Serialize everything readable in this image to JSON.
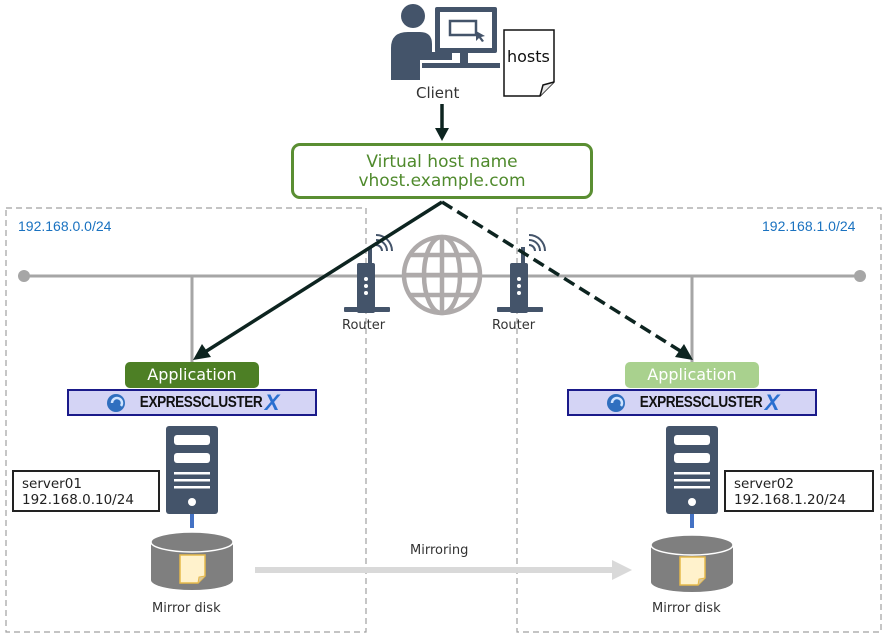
{
  "client": {
    "label": "Client",
    "hosts_file_label": "hosts"
  },
  "virtual_host": {
    "title": "Virtual host name",
    "hostname": "vhost.example.com"
  },
  "subnets": {
    "left": {
      "cidr": "192.168.0.0/24"
    },
    "right": {
      "cidr": "192.168.1.0/24"
    }
  },
  "routers": [
    {
      "label": "Router"
    },
    {
      "label": "Router"
    }
  ],
  "servers": [
    {
      "application_label": "Application",
      "application_state": "active",
      "application_color": "#4d7f25",
      "cluster_product": "EXPRESSCLUSTER",
      "cluster_product_suffix": "X",
      "name": "server01",
      "ip": "192.168.0.10/24",
      "disk_label": "Mirror disk"
    },
    {
      "application_label": "Application",
      "application_state": "standby",
      "application_color": "#a9d18e",
      "cluster_product": "EXPRESSCLUSTER",
      "cluster_product_suffix": "X",
      "name": "server02",
      "ip": "192.168.1.20/24",
      "disk_label": "Mirror disk"
    }
  ],
  "mirroring": {
    "label": "Mirroring"
  },
  "colors": {
    "icon_dark": "#44546a",
    "network_line": "#a6a6a6",
    "vhost_green": "#5a8e32",
    "arrow_dark": "#0d2420",
    "subnet_text": "#1a72c0",
    "mirror_arrow": "#d9d9d9"
  }
}
